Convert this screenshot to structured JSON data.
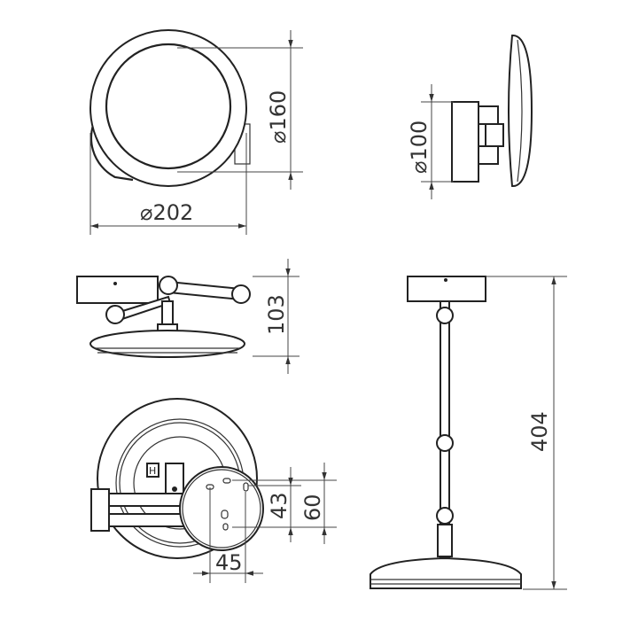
{
  "drawing": {
    "diameter_symbol": "⌀",
    "dimensions": {
      "mirror_diameter": "160",
      "overall_diameter": "202",
      "wall_plate_diameter": "100",
      "depth_folded": "103",
      "max_extension": "404",
      "hole_spacing_vertical_inner": "43",
      "hole_spacing_vertical_outer": "60",
      "hole_spacing_horizontal": "45"
    },
    "switch_label": "H",
    "line_color": "#222222",
    "background_color": "#ffffff"
  }
}
